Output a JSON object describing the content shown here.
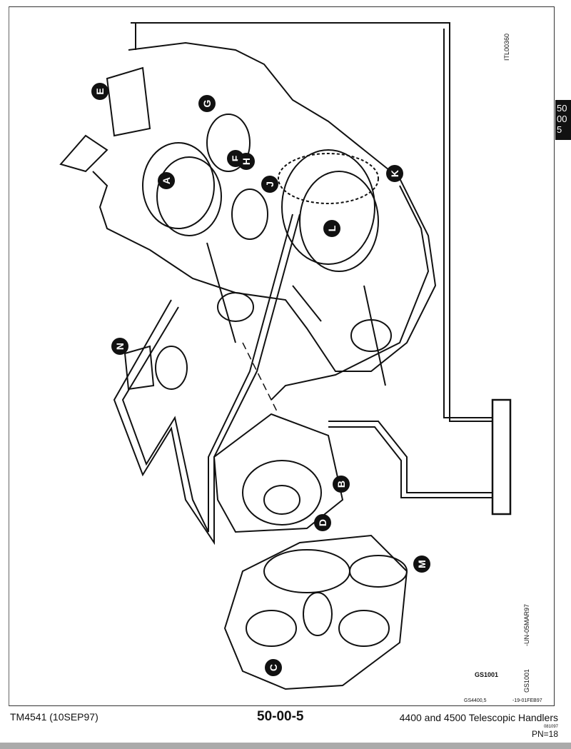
{
  "diagram": {
    "id_top": "ITL00360",
    "callouts": [
      "A",
      "B",
      "C",
      "D",
      "E",
      "F",
      "G",
      "H",
      "J",
      "K",
      "L",
      "M",
      "N"
    ],
    "figure_label": "GS1001",
    "side_code": "GS1001",
    "side_date": "-UN-05MAR97",
    "ref_code": "GS4400,5",
    "ref_date": "-19-01FEB97"
  },
  "section_tab": [
    "50",
    "00",
    "5"
  ],
  "footer": {
    "manual": "TM4541 (10SEP97)",
    "page": "50-00-5",
    "title": "4400 and 4500 Telescopic Handlers",
    "code": "081097",
    "pn": "PN=18"
  }
}
